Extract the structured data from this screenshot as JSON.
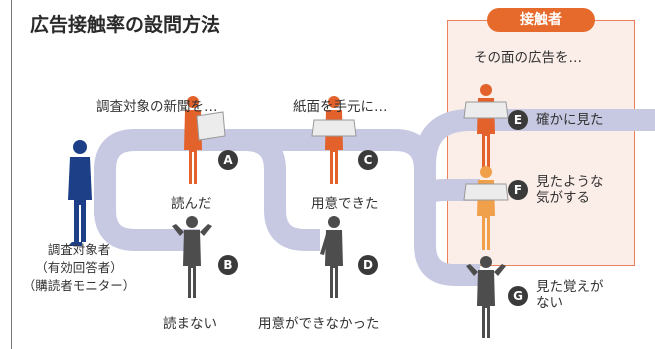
{
  "title": "広告接触率の設問方法",
  "contact_badge": "接触者",
  "labels": {
    "newspaper_question": "調査対象の新聞を…",
    "paper_question": "紙面を手元に…",
    "ad_question": "その面の広告を…",
    "subject_line1": "調査対象者",
    "subject_line2": "（有効回答者）",
    "subject_line3": "（購読者モニター）"
  },
  "steps": [
    {
      "letter": "A",
      "text": "読んだ"
    },
    {
      "letter": "B",
      "text": "読まない"
    },
    {
      "letter": "C",
      "text": "用意できた"
    },
    {
      "letter": "D",
      "text": "用意ができなかった"
    },
    {
      "letter": "E",
      "text": "確かに見た"
    },
    {
      "letter": "F",
      "text_line1": "見たような",
      "text_line2": "気がする"
    },
    {
      "letter": "G",
      "text_line1": "見た覚えが",
      "text_line2": "ない"
    }
  ],
  "colors": {
    "path": "#c7c8e2",
    "contact_fill": "#fbeee8",
    "contact_border": "#e9825a",
    "accent": "#e66a2c",
    "figure_orange": "#e3622b",
    "figure_light_orange": "#f0a04a",
    "figure_blue": "#1c3f88",
    "figure_gray": "#4d4d4d"
  },
  "icons": [
    "person-blue-icon",
    "person-reading-icon",
    "person-shrug-icon"
  ]
}
